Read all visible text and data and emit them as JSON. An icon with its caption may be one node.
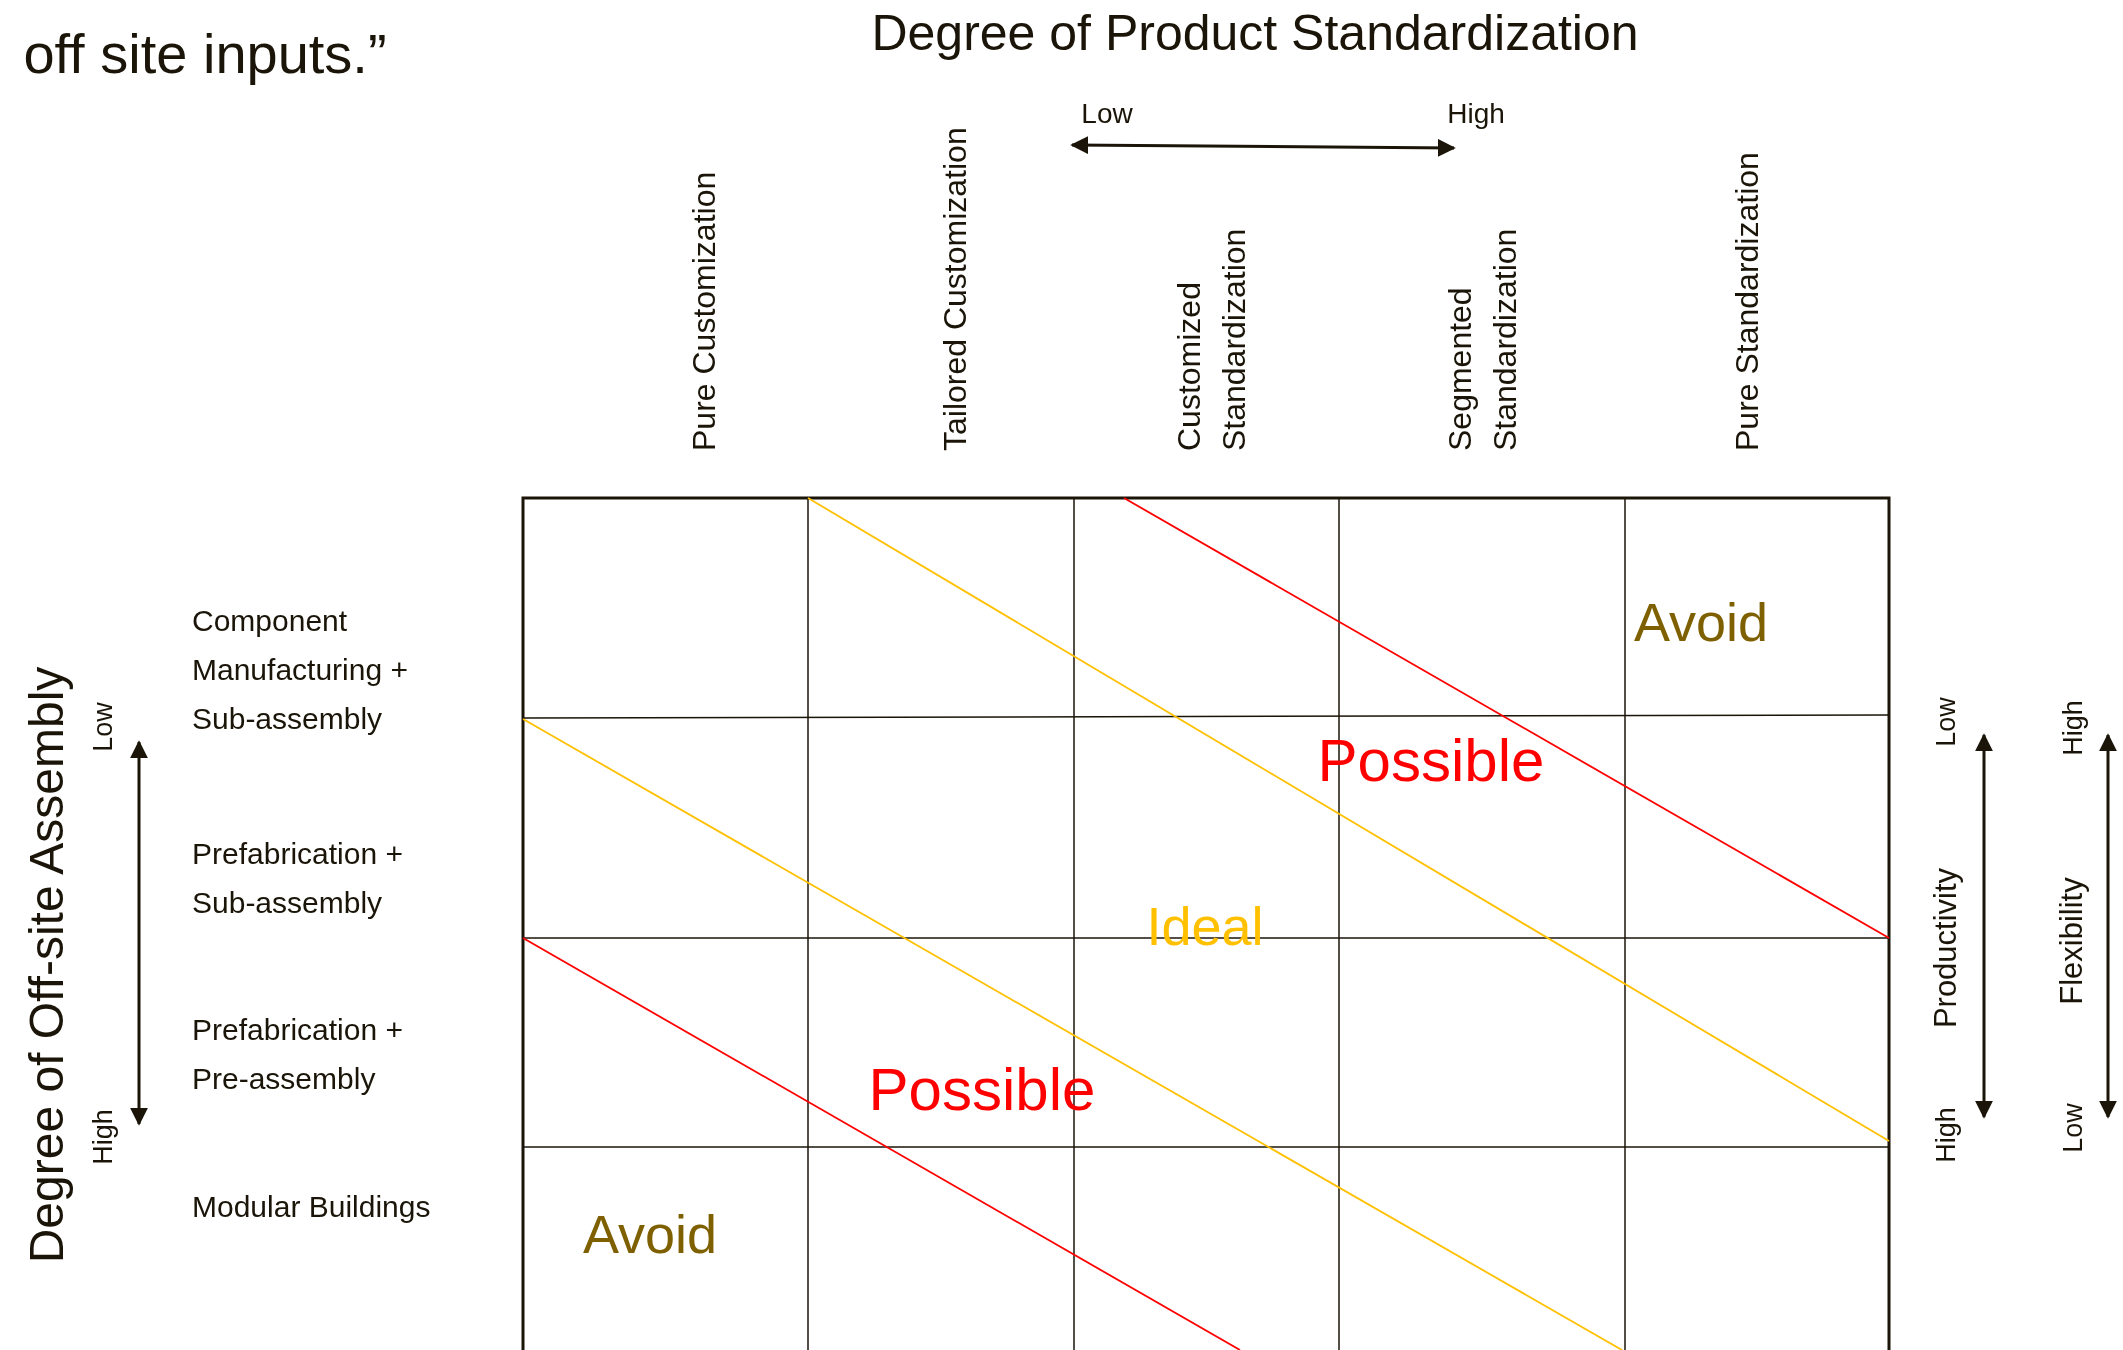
{
  "diagram": {
    "title": "Degree of Product Standardization",
    "labels": [
      "off site inputs.”",
      "Low",
      "High",
      "Pure Customization",
      "Tailored Customization",
      "Customized Standardization",
      "Segmented Standardization",
      "Pure Standardization",
      "Component Manufacturing + Sub-assembly",
      "Avoid",
      "Possible",
      "Low",
      "Low",
      "High",
      "Prefabrication + Sub-assembly",
      "Ideal",
      "Productivity",
      "Flexibility",
      "Degree of Off-site Assembly",
      "Prefabrication + Pre-assembly",
      "Possible",
      "High",
      "High",
      "Low",
      "Modular Buildings",
      "Avoid"
    ]
  }
}
